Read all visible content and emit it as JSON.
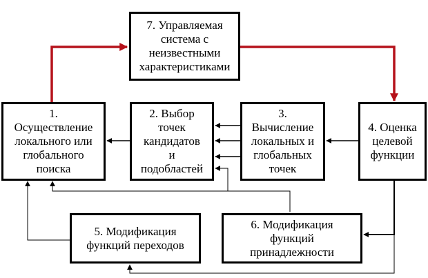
{
  "diagram": {
    "nodes": {
      "n7": {
        "label": "7. Управляемая\nсистема с\nнеизвестными\nхарактеристиками"
      },
      "n1": {
        "label": "1.\nОсуществление\nлокального или\nглобального\nпоиска"
      },
      "n2": {
        "label": "2. Выбор\nточек\nкандидатов\nи\nподобластей"
      },
      "n3": {
        "label": "3.\nВычисление\nлокальных и\nглобальных\nточек"
      },
      "n4": {
        "label": "4. Оценка\nцелевой\nфункции"
      },
      "n5": {
        "label": "5. Модификация\nфункций переходов"
      },
      "n6": {
        "label": "6. Модификация\nфункций\nпринадлежности"
      }
    },
    "colors": {
      "highlight_edge": "#b5121b",
      "edge": "#000000"
    }
  }
}
